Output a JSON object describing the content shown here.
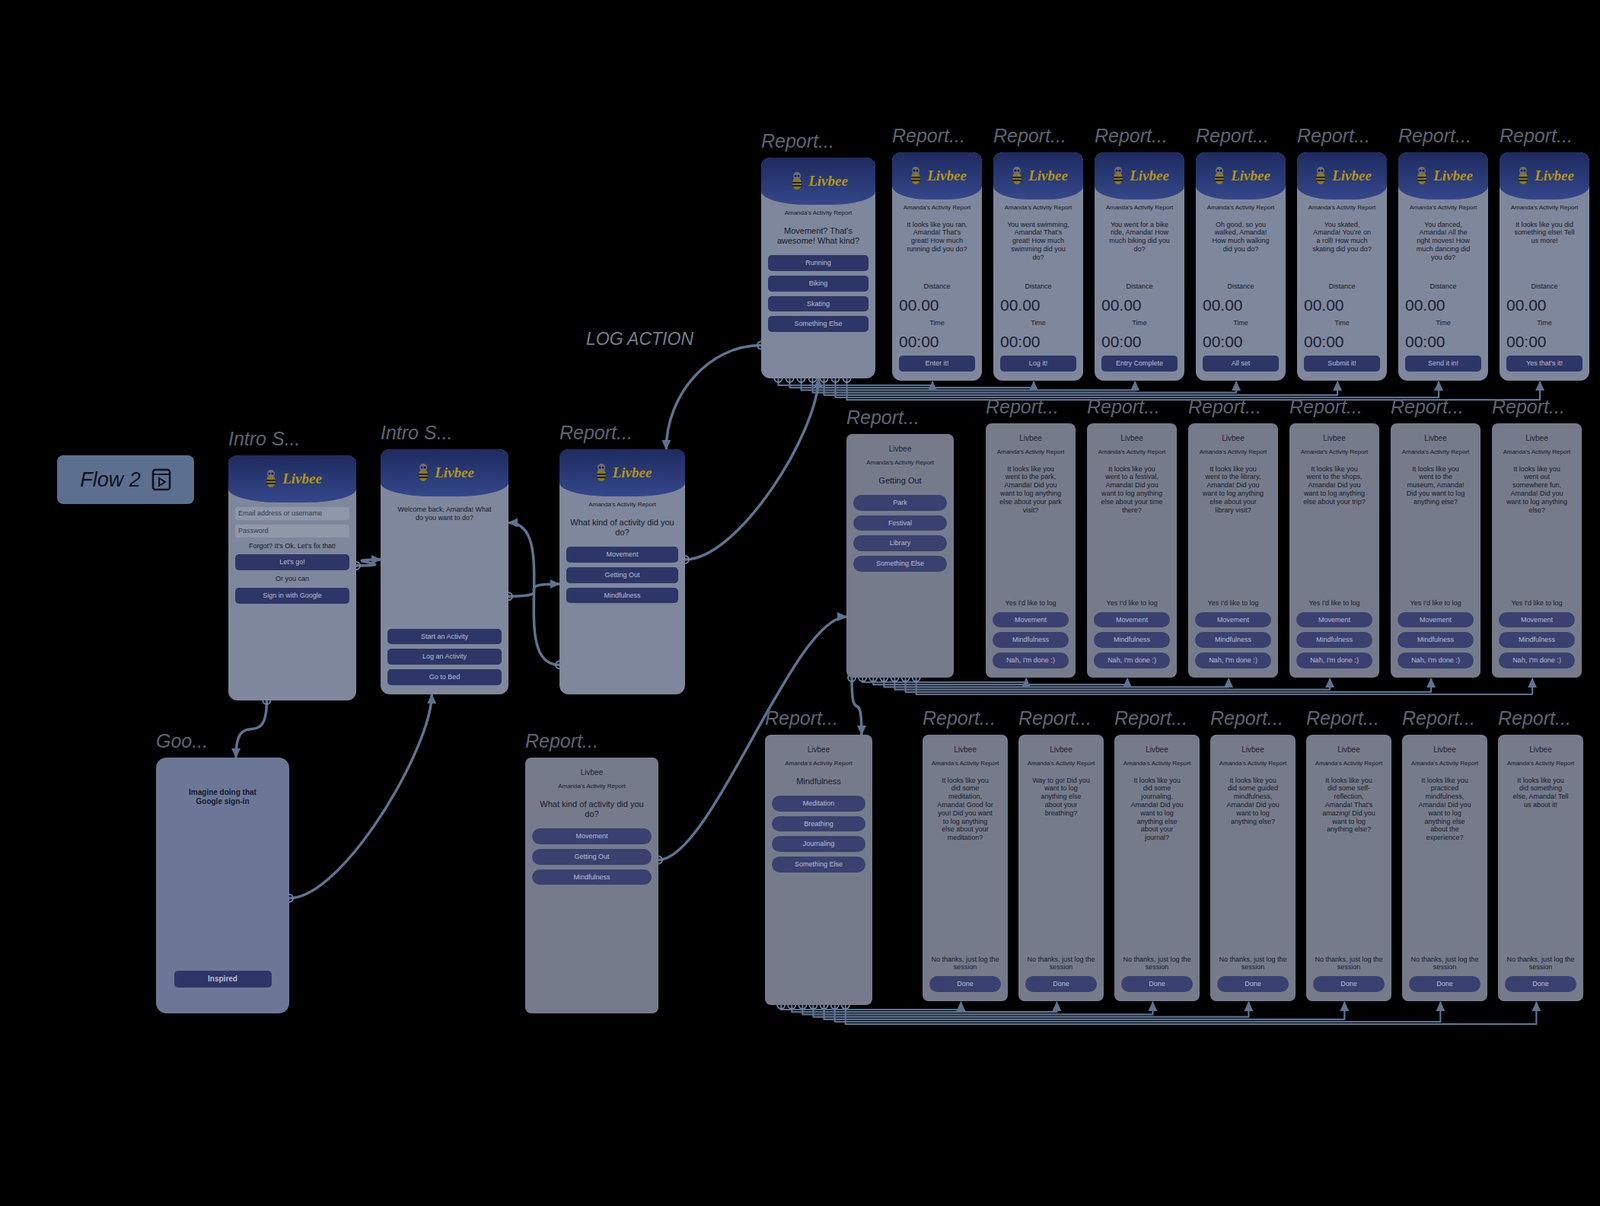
{
  "diagram": {
    "nodes": [
      {
        "text": [
          "Intro S...",
          "Livbee",
          "Email address or username",
          "Password",
          "Forgot? It's Ok. Let's fix that!",
          "Let's go!",
          "Or you can",
          "Sign in with Google"
        ]
      },
      {
        "text": [
          "Intro S...",
          "Livbee",
          "Welcome back, Amanda! What do you want to do?",
          "Start an Activity",
          "Log an Activity",
          "Go to Bed"
        ]
      },
      {
        "text": [
          "Goo...",
          "Imagine doing that Google sign-in",
          "Inspired"
        ]
      },
      {
        "text": [
          "Report...",
          "Livbee",
          "Amanda's Activity Report",
          "What kind of activity did you do?",
          "Movement",
          "Getting Out",
          "Mindfulness"
        ]
      },
      {
        "text": [
          "Report...",
          "Livbee",
          "Amanda's Activity Report",
          "What kind of activity did you do?",
          "Movement",
          "Getting Out",
          "Mindfulness"
        ]
      },
      {
        "text": [
          "Report...",
          "Livbee",
          "Amanda's Activity Report",
          "Movement? That's awesome! What kind?",
          "Running",
          "Biking",
          "Skating",
          "Something Else"
        ]
      },
      {
        "text": [
          "Report...",
          "Livbee",
          "Amanda's Activity Report",
          "It looks like you ran, Amanda! That's great! How much running did you do?",
          "Distance",
          "00.00",
          "Time",
          "00:00",
          "Enter it!"
        ]
      },
      {
        "text": [
          "Report...",
          "Livbee",
          "Amanda's Activity Report",
          "You went swimming, Amanda! That's great! How much swimming did you do?",
          "Distance",
          "00.00",
          "Time",
          "00:00",
          "Log it!"
        ]
      },
      {
        "text": [
          "Report...",
          "Livbee",
          "Amanda's Activity Report",
          "You went for a bike ride, Amanda! How much biking did you do?",
          "Distance",
          "00.00",
          "Time",
          "00:00",
          "Entry Complete"
        ]
      },
      {
        "text": [
          "Report...",
          "Livbee",
          "Amanda's Activity Report",
          "Oh good, so you walked, Amanda! How much walking did you do?",
          "Distance",
          "00.00",
          "Time",
          "00:00",
          "All set"
        ]
      },
      {
        "text": [
          "Report...",
          "Livbee",
          "Amanda's Activity Report",
          "You skated, Amanda! You're on a roll! How much skating did you do?",
          "Distance",
          "00.00",
          "Time",
          "00:00",
          "Submit it!"
        ]
      },
      {
        "text": [
          "Report...",
          "Livbee",
          "Amanda's Activity Report",
          "You danced, Amanda! All the right moves! How much dancing did you do?",
          "Distance",
          "00.00",
          "Time",
          "00:00",
          "Send it in!"
        ]
      },
      {
        "text": [
          "Report...",
          "Livbee",
          "Amanda's Activity Report",
          "It looks like you did something else! Tell us more!",
          "Distance",
          "00.00",
          "Time",
          "00:00",
          "Yes that's it!"
        ]
      },
      {
        "text": [
          "Report...",
          "Livbee",
          "Amanda's Activity Report",
          "Getting Out",
          "Park",
          "Festival",
          "Library",
          "Something Else"
        ]
      },
      {
        "text": [
          "Report...",
          "Livbee",
          "Amanda's Activity Report",
          "It looks like you went to the park, Amanda! Did you want to log anything else about your park visit?",
          "Yes I'd like to log",
          "Movement",
          "Mindfulness",
          "Nah, I'm done :)"
        ]
      },
      {
        "text": [
          "Report...",
          "Livbee",
          "Amanda's Activity Report",
          "It looks like you went to a festival, Amanda! Did you want to log anything else about your time there?",
          "Yes I'd like to log",
          "Movement",
          "Mindfulness",
          "Nah, I'm done :)"
        ]
      },
      {
        "text": [
          "Report...",
          "Livbee",
          "Amanda's Activity Report",
          "It looks like you went to the library, Amanda! Did you want to log anything else about your library visit?",
          "Yes I'd like to log",
          "Movement",
          "Mindfulness",
          "Nah, I'm done :)"
        ]
      },
      {
        "text": [
          "Report...",
          "Livbee",
          "Amanda's Activity Report",
          "It looks like you went to the shops, Amanda! Did you want to log anything else about your trip?",
          "Yes I'd like to log",
          "Movement",
          "Mindfulness",
          "Nah, I'm done :)"
        ]
      },
      {
        "text": [
          "Report...",
          "Livbee",
          "Amanda's Activity Report",
          "It looks like you went to the museum, Amanda! Did you want to log anything else?",
          "Yes I'd like to log",
          "Movement",
          "Mindfulness",
          "Nah, I'm done :)"
        ]
      },
      {
        "text": [
          "Report...",
          "Livbee",
          "Amanda's Activity Report",
          "It looks like you went out somewhere fun, Amanda! Did you want to log anything else?",
          "Yes I'd like to log",
          "Movement",
          "Mindfulness",
          "Nah, I'm done :)"
        ]
      },
      {
        "text": [
          "Report...",
          "Livbee",
          "Amanda's Activity Report",
          "Mindfulness",
          "Meditation",
          "Breathing",
          "Journaling",
          "Something Else"
        ]
      },
      {
        "text": [
          "Report...",
          "Livbee",
          "Amanda's Activity Report",
          "It looks like you did some meditation, Amanda! Good for you! Did you want to log anything else about your meditation?",
          "No thanks, just log the session",
          "Done"
        ]
      },
      {
        "text": [
          "Report...",
          "Livbee",
          "Amanda's Activity Report",
          "Way to go! Did you want to log anything else about your breathing?",
          "No thanks, just log the session",
          "Done"
        ]
      },
      {
        "text": [
          "Report...",
          "Livbee",
          "Amanda's Activity Report",
          "It looks like you did some journaling, Amanda! Did you want to log anything else about your journal?",
          "No thanks, just log the session",
          "Done"
        ]
      },
      {
        "text": [
          "Report...",
          "Livbee",
          "Amanda's Activity Report",
          "It looks like you did some guided mindfulness, Amanda! Did you want to log anything else?",
          "No thanks, just log the session",
          "Done"
        ]
      },
      {
        "text": [
          "Report...",
          "Livbee",
          "Amanda's Activity Report",
          "It looks like you did some self-reflection, Amanda! That's amazing! Did you want to log anything else?",
          "No thanks, just log the session",
          "Done"
        ]
      },
      {
        "text": [
          "Report...",
          "Livbee",
          "Amanda's Activity Report",
          "It looks like you practiced mindfulness, Amanda! Did you want to log anything else about the experience?",
          "No thanks, just log the session",
          "Done"
        ]
      },
      {
        "text": [
          "Report...",
          "Livbee",
          "Amanda's Activity Report",
          "It looks like you did something else, Amanda! Tell us about it!",
          "No thanks, just log the session",
          "Done"
        ]
      }
    ],
    "edges": [
      {
        "from": 0,
        "to": 1,
        "arrow": "to"
      },
      {
        "from": 0,
        "to": 2,
        "arrow": "to"
      },
      {
        "from": 2,
        "to": 1,
        "arrow": "to"
      },
      {
        "from": 1,
        "to": 3,
        "arrow": "to"
      },
      {
        "from": 3,
        "to": 1,
        "arrow": "to"
      },
      {
        "from": 3,
        "to": 5,
        "arrow": "to"
      },
      {
        "from": 5,
        "to": 3,
        "arrow": "to"
      },
      {
        "from": 5,
        "to": 6,
        "arrow": "to"
      },
      {
        "from": 5,
        "to": 7,
        "arrow": "to"
      },
      {
        "from": 5,
        "to": 8,
        "arrow": "to"
      },
      {
        "from": 5,
        "to": 9,
        "arrow": "to"
      },
      {
        "from": 5,
        "to": 10,
        "arrow": "to"
      },
      {
        "from": 5,
        "to": 11,
        "arrow": "to"
      },
      {
        "from": 5,
        "to": 12,
        "arrow": "to"
      },
      {
        "from": 4,
        "to": 13,
        "arrow": "to"
      },
      {
        "from": 13,
        "to": 14,
        "arrow": "to"
      },
      {
        "from": 13,
        "to": 15,
        "arrow": "to"
      },
      {
        "from": 13,
        "to": 16,
        "arrow": "to"
      },
      {
        "from": 13,
        "to": 17,
        "arrow": "to"
      },
      {
        "from": 13,
        "to": 18,
        "arrow": "to"
      },
      {
        "from": 13,
        "to": 19,
        "arrow": "to"
      },
      {
        "from": 13,
        "to": 20,
        "arrow": "to"
      },
      {
        "from": 20,
        "to": 21,
        "arrow": "to"
      },
      {
        "from": 20,
        "to": 22,
        "arrow": "to"
      },
      {
        "from": 20,
        "to": 23,
        "arrow": "to"
      },
      {
        "from": 20,
        "to": 24,
        "arrow": "to"
      },
      {
        "from": 20,
        "to": 25,
        "arrow": "to"
      },
      {
        "from": 20,
        "to": 26,
        "arrow": "to"
      },
      {
        "from": 20,
        "to": 27,
        "arrow": "to"
      }
    ],
    "labels": [
      "Flow 2",
      "LOG ACTION"
    ]
  }
}
